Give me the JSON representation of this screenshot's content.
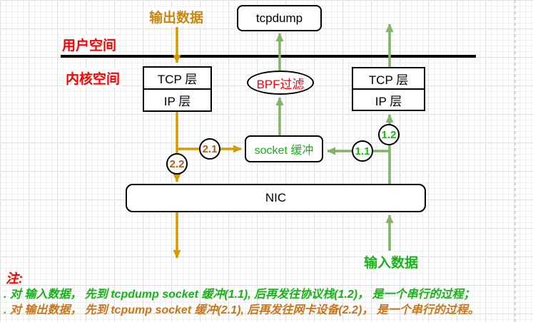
{
  "colors": {
    "red": "#FF0000",
    "orange_line": "#D79B00",
    "orange_label": "#C8860E",
    "orange_step": "#BC5B0D",
    "orange_note": "#C7761B",
    "green_line": "#82B366",
    "green_text": "#17B217",
    "separator": "#000000"
  },
  "labels": {
    "output_data": "输出数据",
    "input_data": "输入数据",
    "user_space": "用户空间",
    "kernel_space": "内核空间"
  },
  "nodes": {
    "tcpdump": "tcpdump",
    "bpf_filter": "BPF过滤",
    "socket_buffer": "socket 缓冲",
    "nic": "NIC",
    "left_stack": {
      "tcp": "TCP 层",
      "ip": "IP 层"
    },
    "right_stack": {
      "tcp": "TCP 层",
      "ip": "IP 层"
    }
  },
  "steps": {
    "input_1": "1.1",
    "input_2": "1.2",
    "output_1": "2.1",
    "output_2": "2.2"
  },
  "notes": {
    "heading": "注:",
    "line1": ". 对 输入数据， 先到 tcpdump socket 缓冲(1.1), 后再发往协议栈(1.2)， 是一个串行的过程；",
    "line2": ". 对 输出数据， 先到 tcpump socket 缓冲(2.1), 后再发往网卡设备(2.2)， 是一个串行的过程。"
  }
}
